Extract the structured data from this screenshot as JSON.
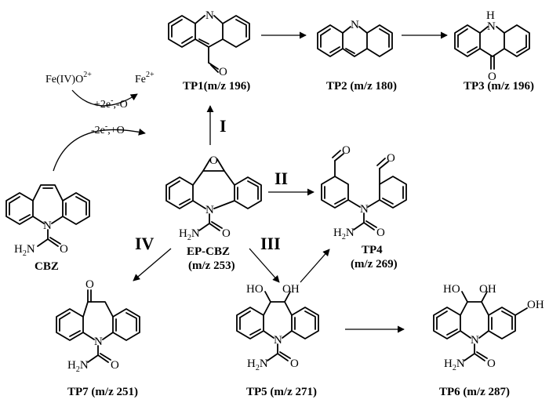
{
  "compounds": {
    "tp1": "TP1(m/z 196)",
    "tp2": "TP2 (m/z 180)",
    "tp3": "TP3 (m/z 196)",
    "cbz": "CBZ",
    "epcbz_name": "EP-CBZ",
    "epcbz_mz": "(m/z 253)",
    "tp4_name": "TP4",
    "tp4_mz": "(m/z 269)",
    "tp7": "TP7 (m/z 251)",
    "tp5": "TP5 (m/z 271)",
    "tp6": "TP6 (m/z 287)"
  },
  "pathways": {
    "I": "I",
    "II": "II",
    "III": "III",
    "IV": "IV"
  },
  "cycle": {
    "fe4_main": "Fe(IV)O",
    "fe4_sup": "2+",
    "fe2_main": "Fe",
    "fe2_sup": "2+",
    "reduction_a": "+2e",
    "reduction_sup": "-",
    "reduction_b": ",-O",
    "oxidation_a": "-2e",
    "oxidation_sup": "-",
    "oxidation_b": ",+O"
  },
  "atoms": {
    "N": "N",
    "O": "O",
    "NH": "H",
    "H2N": "H",
    "H2N_sub": "2",
    "H2N_N": "N",
    "OH": "OH",
    "HO": "HO"
  }
}
